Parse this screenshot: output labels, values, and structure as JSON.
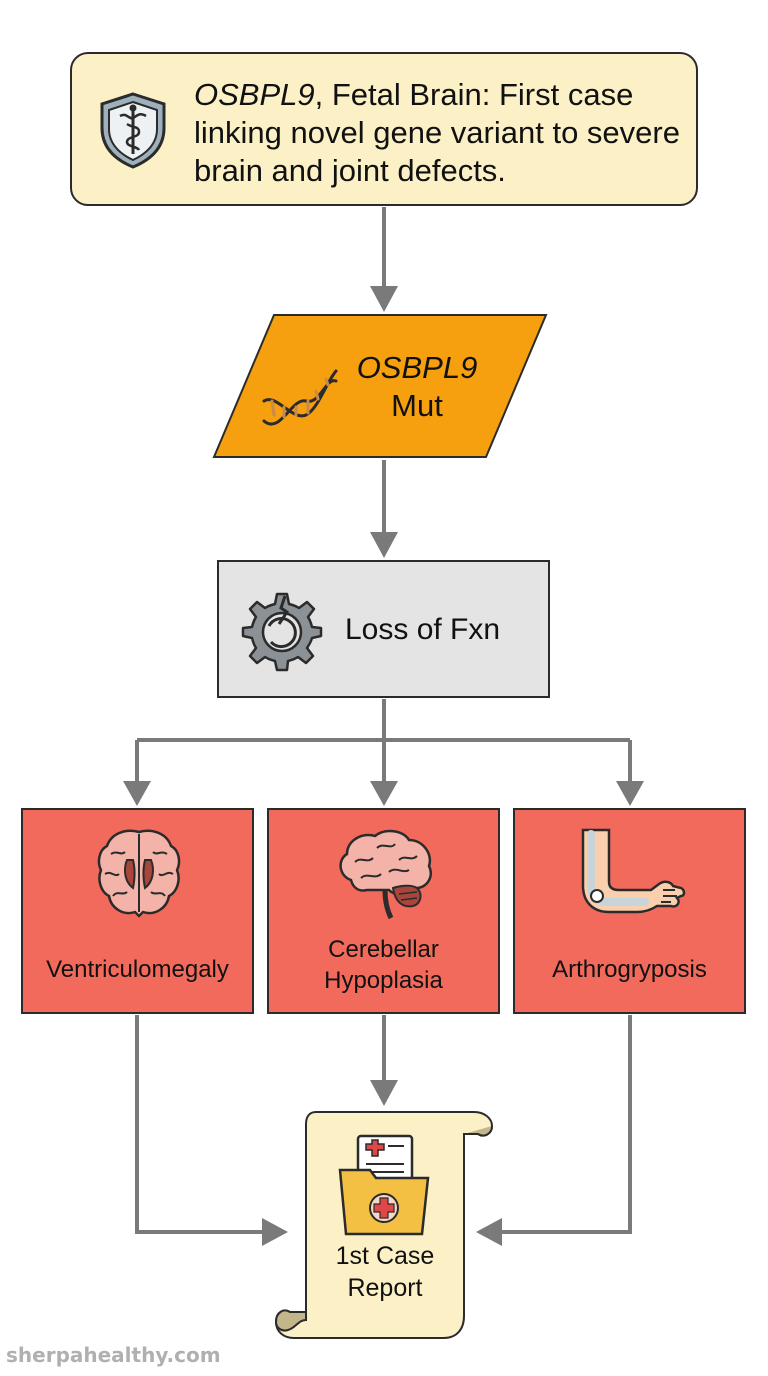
{
  "header": {
    "gene": "OSBPL9",
    "text": ", Fetal Brain: First case linking novel gene variant to severe brain and joint defects.",
    "icon": "medical-shield-icon"
  },
  "mutation": {
    "gene": "OSBPL9",
    "suffix": "Mut",
    "icon": "dna-icon",
    "color": "#f7a00f"
  },
  "process": {
    "label": "Loss of Fxn",
    "icon": "broken-gear-icon",
    "color": "#e4e4e4"
  },
  "outcomes": [
    {
      "label": "Ventriculomegaly",
      "icon": "brain-ventricles-icon"
    },
    {
      "label": "Cerebellar Hypoplasia",
      "icon": "brain-cerebellum-icon"
    },
    {
      "label": "Arthrogryposis",
      "icon": "bent-arm-icon"
    }
  ],
  "outcome_color": "#f26a5b",
  "report": {
    "label": "1st Case Report",
    "icon": "medical-folder-icon",
    "color": "#fbf0c6"
  },
  "colors": {
    "connector": "#7a7a7a",
    "header_fill": "#fbf0c6",
    "border": "#2b2b2b"
  },
  "watermark": "sherpahealthy.com"
}
